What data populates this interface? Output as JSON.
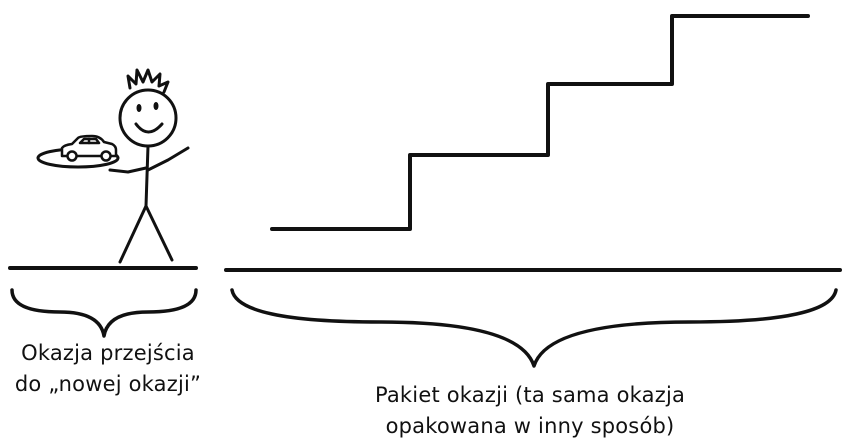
{
  "colors": {
    "ink": "#111111",
    "background": "#ffffff"
  },
  "icons": {
    "figure": "stick-figure-icon",
    "tray": "tray-icon",
    "car": "car-icon",
    "staircase": "staircase-icon"
  },
  "captions": {
    "left": {
      "line1": "Okazja przejścia",
      "line2": "do „nowej okazji”"
    },
    "right": {
      "line1": "Pakiet okazji (ta sama okazja",
      "line2": "opakowana w inny sposób)"
    }
  }
}
